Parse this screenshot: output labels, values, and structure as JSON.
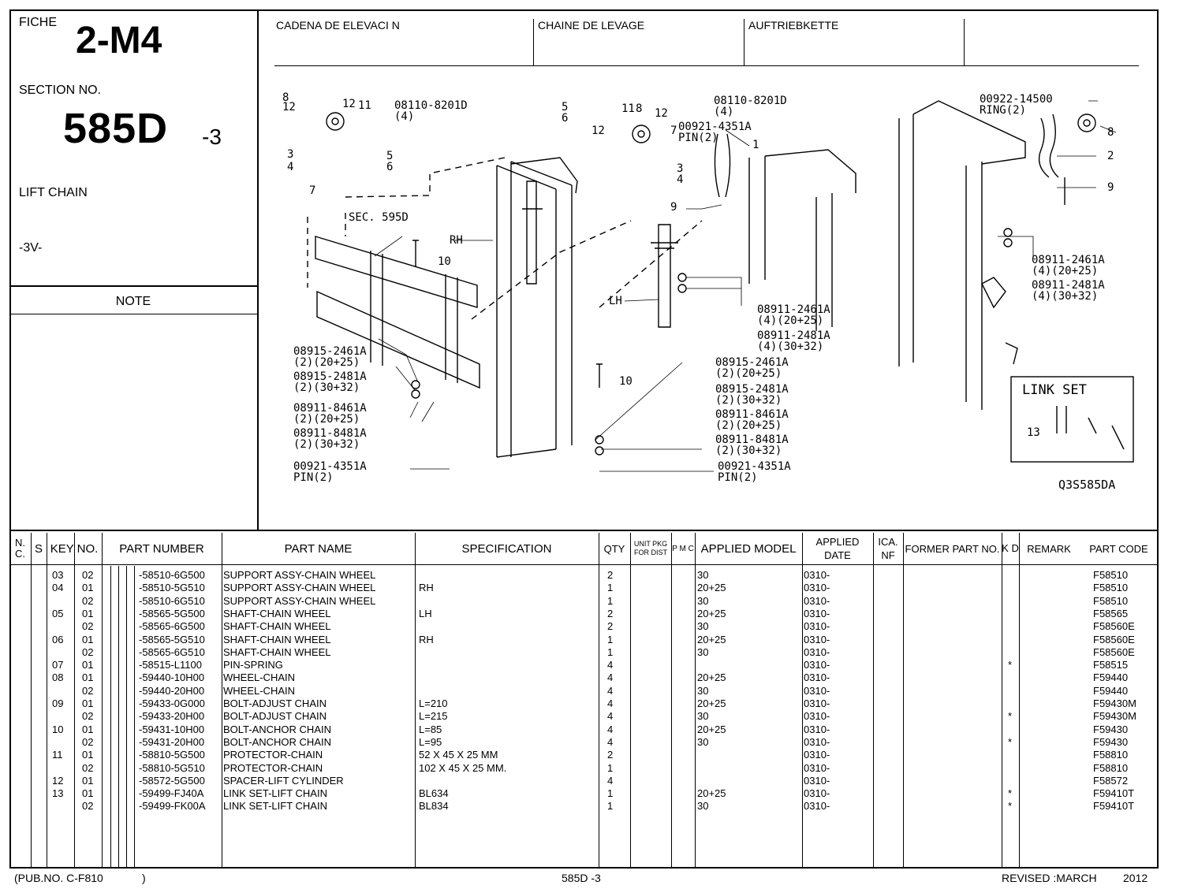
{
  "fiche": {
    "label": "FICHE",
    "code": "2-M4"
  },
  "section": {
    "label": "SECTION NO.",
    "number": "585D",
    "suffix": "-3"
  },
  "title": "LIFT CHAIN",
  "variant": "-3V-",
  "note_label": "NOTE",
  "lang_titles": [
    "CADENA DE ELEVACI N",
    "CHAINE DE LEVAGE",
    "AUFTRIEBKETTE"
  ],
  "diagram": {
    "code": "Q3S585DA",
    "link_set": "LINK SET",
    "callouts": [
      "00921-4351A",
      "PIN(2)",
      "08110-8201D",
      "(4)",
      "SEC. 595D",
      "RH",
      "LH",
      "08911-2461A",
      "(4)(20+25)",
      "08911-2481A",
      "(4)(30+32)",
      "08915-2461A",
      "(2)(20+25)",
      "08915-2481A",
      "(2)(30+32)",
      "08911-8461A",
      "08911-8481A",
      "00922-14500",
      "RING(2)"
    ]
  },
  "table": {
    "headers": {
      "nc": "N. C.",
      "s": "S",
      "key": "KEY NO.",
      "part_number": "PART NUMBER",
      "part_name": "PART NAME",
      "spec": "SPECIFICATION",
      "qty": "QTY",
      "unit_pkg": "UNIT PKG FOR DIST",
      "pmc": "P M C",
      "applied_model": "APPLIED MODEL",
      "applied_date": "APPLIED DATE",
      "icanf": "ICA. NF",
      "former": "FORMER PART NO.",
      "kd": "K D",
      "remark": "REMARK",
      "part_code": "PART CODE"
    },
    "rows": [
      {
        "key": "03",
        "sub": "02",
        "pn": "-58510-6G500",
        "name": "SUPPORT ASSY-CHAIN WHEEL",
        "spec": "",
        "qty": "2",
        "model": "30",
        "date": "0310-",
        "kd": "",
        "code": "F58510"
      },
      {
        "key": "04",
        "sub": "01",
        "pn": "-58510-5G510",
        "name": "SUPPORT ASSY-CHAIN WHEEL",
        "spec": "RH",
        "qty": "1",
        "model": "20+25",
        "date": "0310-",
        "kd": "",
        "code": "F58510"
      },
      {
        "key": "",
        "sub": "02",
        "pn": "-58510-6G510",
        "name": "SUPPORT ASSY-CHAIN WHEEL",
        "spec": "",
        "qty": "1",
        "model": "30",
        "date": "0310-",
        "kd": "",
        "code": "F58510"
      },
      {
        "key": "05",
        "sub": "01",
        "pn": "-58565-5G500",
        "name": "SHAFT-CHAIN WHEEL",
        "spec": "LH",
        "qty": "2",
        "model": "20+25",
        "date": "0310-",
        "kd": "",
        "code": "F58565"
      },
      {
        "key": "",
        "sub": "02",
        "pn": "-58565-6G500",
        "name": "SHAFT-CHAIN WHEEL",
        "spec": "",
        "qty": "2",
        "model": "30",
        "date": "0310-",
        "kd": "",
        "code": "F58560E"
      },
      {
        "key": "06",
        "sub": "01",
        "pn": "-58565-5G510",
        "name": "SHAFT-CHAIN WHEEL",
        "spec": "RH",
        "qty": "1",
        "model": "20+25",
        "date": "0310-",
        "kd": "",
        "code": "F58560E"
      },
      {
        "key": "",
        "sub": "02",
        "pn": "-58565-6G510",
        "name": "SHAFT-CHAIN WHEEL",
        "spec": "",
        "qty": "1",
        "model": "30",
        "date": "0310-",
        "kd": "",
        "code": "F58560E"
      },
      {
        "key": "07",
        "sub": "01",
        "pn": "-58515-L1100",
        "name": "PIN-SPRING",
        "spec": "",
        "qty": "4",
        "model": "",
        "date": "0310-",
        "kd": "*",
        "code": "F58515"
      },
      {
        "key": "08",
        "sub": "01",
        "pn": "-59440-10H00",
        "name": "WHEEL-CHAIN",
        "spec": "",
        "qty": "4",
        "model": "20+25",
        "date": "0310-",
        "kd": "",
        "code": "F59440"
      },
      {
        "key": "",
        "sub": "02",
        "pn": "-59440-20H00",
        "name": "WHEEL-CHAIN",
        "spec": "",
        "qty": "4",
        "model": "30",
        "date": "0310-",
        "kd": "",
        "code": "F59440"
      },
      {
        "key": "09",
        "sub": "01",
        "pn": "-59433-0G000",
        "name": "BOLT-ADJUST CHAIN",
        "spec": "L=210",
        "qty": "4",
        "model": "20+25",
        "date": "0310-",
        "kd": "",
        "code": "F59430M"
      },
      {
        "key": "",
        "sub": "02",
        "pn": "-59433-20H00",
        "name": "BOLT-ADJUST CHAIN",
        "spec": "L=215",
        "qty": "4",
        "model": "30",
        "date": "0310-",
        "kd": "*",
        "code": "F59430M"
      },
      {
        "key": "10",
        "sub": "01",
        "pn": "-59431-10H00",
        "name": "BOLT-ANCHOR CHAIN",
        "spec": "L=85",
        "qty": "4",
        "model": "20+25",
        "date": "0310-",
        "kd": "",
        "code": "F59430"
      },
      {
        "key": "",
        "sub": "02",
        "pn": "-59431-20H00",
        "name": "BOLT-ANCHOR CHAIN",
        "spec": "L=95",
        "qty": "4",
        "model": "30",
        "date": "0310-",
        "kd": "*",
        "code": "F59430"
      },
      {
        "key": "11",
        "sub": "01",
        "pn": "-58810-5G500",
        "name": "PROTECTOR-CHAIN",
        "spec": "52 X 45 X 25 MM",
        "qty": "2",
        "model": "",
        "date": "0310-",
        "kd": "",
        "code": "F58810"
      },
      {
        "key": "",
        "sub": "02",
        "pn": "-58810-5G510",
        "name": "PROTECTOR-CHAIN",
        "spec": "102 X 45 X 25 MM.",
        "qty": "1",
        "model": "",
        "date": "0310-",
        "kd": "",
        "code": "F58810"
      },
      {
        "key": "12",
        "sub": "01",
        "pn": "-58572-5G500",
        "name": "SPACER-LIFT CYLINDER",
        "spec": "",
        "qty": "4",
        "model": "",
        "date": "0310-",
        "kd": "",
        "code": "F58572"
      },
      {
        "key": "13",
        "sub": "01",
        "pn": "-59499-FJ40A",
        "name": "LINK SET-LIFT CHAIN",
        "spec": "BL634",
        "qty": "1",
        "model": "20+25",
        "date": "0310-",
        "kd": "*",
        "code": "F59410T"
      },
      {
        "key": "",
        "sub": "02",
        "pn": "-59499-FK00A",
        "name": "LINK SET-LIFT CHAIN",
        "spec": "BL834",
        "qty": "1",
        "model": "30",
        "date": "0310-",
        "kd": "*",
        "code": "F59410T"
      }
    ]
  },
  "footer": {
    "pub": "(PUB.NO. C-F810",
    "pub_close": ")",
    "page": "585D -3",
    "revised": "REVISED :MARCH",
    "year": "2012"
  }
}
